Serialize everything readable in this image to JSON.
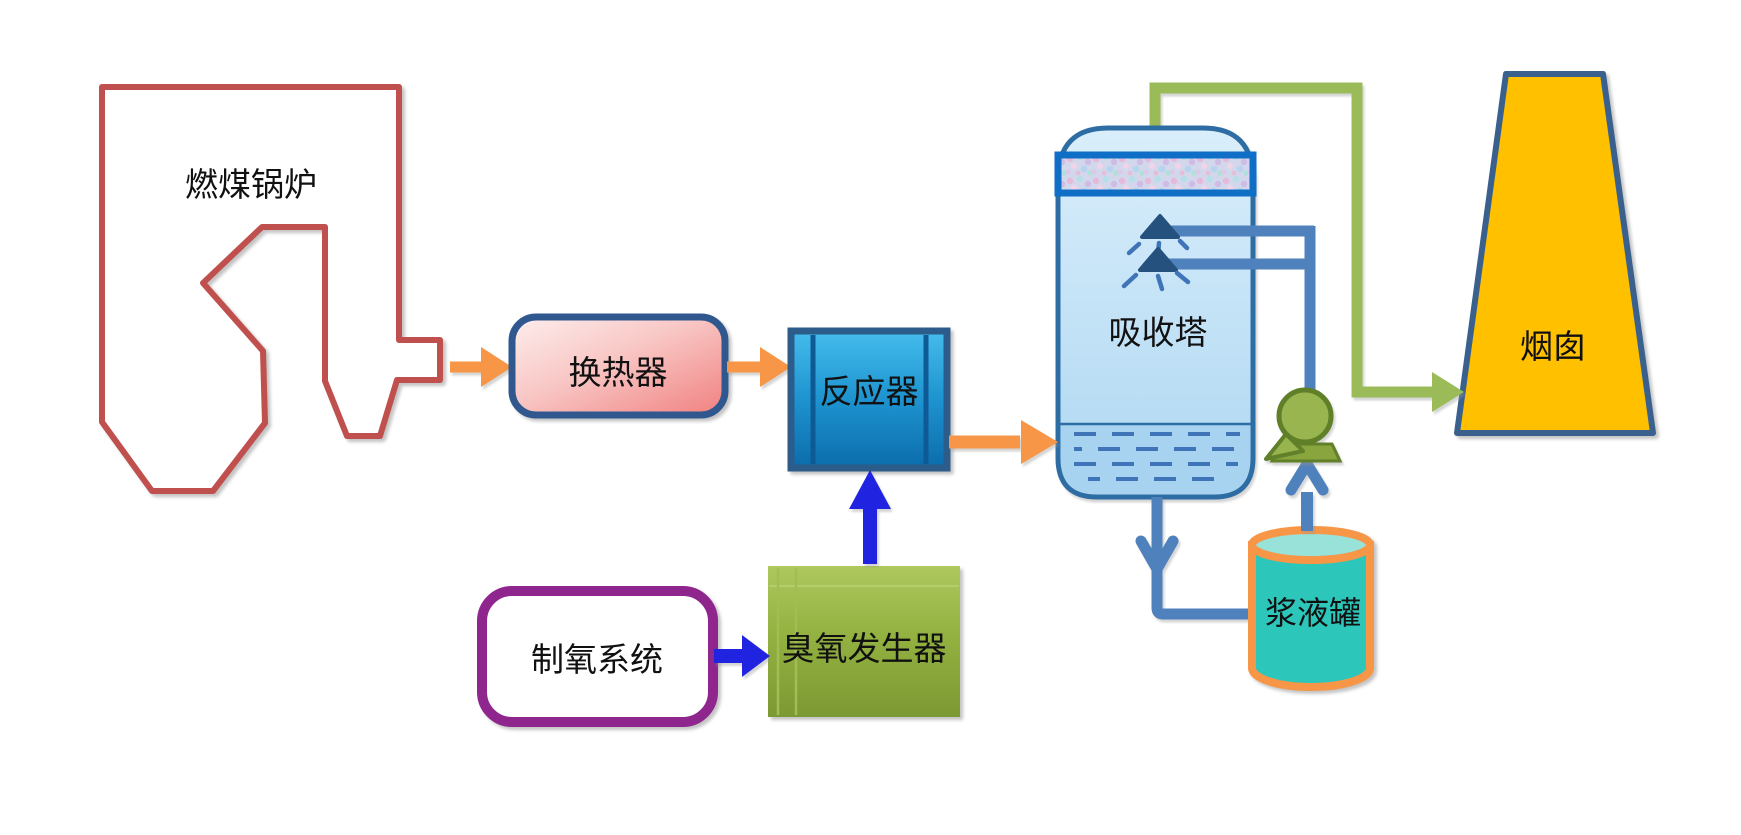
{
  "diagram": {
    "type": "process-flow",
    "language": "zh-CN",
    "nodes": {
      "boiler": {
        "label": "燃煤锅炉",
        "outline_color": "#c0504d",
        "fill": "#ffffff"
      },
      "heat_exchanger": {
        "label": "换热器",
        "border_color": "#31588e",
        "fill_from": "#fdedec",
        "fill_to": "#f0807f"
      },
      "reactor": {
        "label": "反应器",
        "border_color": "#2b5c8a",
        "fill_from": "#45bcec",
        "fill_to": "#0c6cab"
      },
      "oxygen_system": {
        "label": "制氧系统",
        "border_color": "#8e268e",
        "fill": "#ffffff"
      },
      "ozone_generator": {
        "label": "臭氧发生器",
        "fill_from": "#adc75b",
        "fill_to": "#7c9933"
      },
      "absorption_tower": {
        "label": "吸收塔",
        "border_color": "#2e6da4",
        "fill_from": "#d9edfb",
        "fill_to": "#b0d8f3",
        "demister_border": "#0f6ec5"
      },
      "slurry_tank": {
        "label": "浆液罐",
        "border_color": "#f79646",
        "body_fill": "#2dc6ba",
        "top_fill": "#98e2da"
      },
      "pump": {
        "label": "",
        "fill": "#99b550",
        "border_color": "#5f7f29"
      },
      "chimney": {
        "label": "烟囱",
        "border_color": "#3a618e",
        "fill": "#ffc000"
      }
    },
    "flows": [
      {
        "from": "boiler",
        "to": "heat_exchanger",
        "kind": "flue-gas",
        "color": "#f79646"
      },
      {
        "from": "heat_exchanger",
        "to": "reactor",
        "kind": "flue-gas",
        "color": "#f79646"
      },
      {
        "from": "reactor",
        "to": "absorption_tower",
        "kind": "flue-gas",
        "color": "#f79646"
      },
      {
        "from": "oxygen_system",
        "to": "ozone_generator",
        "kind": "oxygen",
        "color": "#2024e0"
      },
      {
        "from": "ozone_generator",
        "to": "reactor",
        "kind": "ozone",
        "color": "#2024e0"
      },
      {
        "from": "absorption_tower",
        "to": "slurry_tank",
        "kind": "slurry",
        "color": "#4f81bd"
      },
      {
        "from": "slurry_tank",
        "to": "pump",
        "kind": "slurry",
        "color": "#4f81bd"
      },
      {
        "from": "pump",
        "to": "absorption_tower",
        "kind": "spray",
        "color": "#4f81bd"
      },
      {
        "from": "absorption_tower",
        "to": "chimney",
        "kind": "clean-gas",
        "color": "#9bbb59"
      }
    ],
    "colors": {
      "flue_gas_arrow": "#f79646",
      "ozone_arrow": "#2024e0",
      "slurry_pipe": "#4f81bd",
      "clean_gas_pipe": "#9bbb59",
      "nozzle": "#24517e",
      "background": "#ffffff"
    }
  }
}
